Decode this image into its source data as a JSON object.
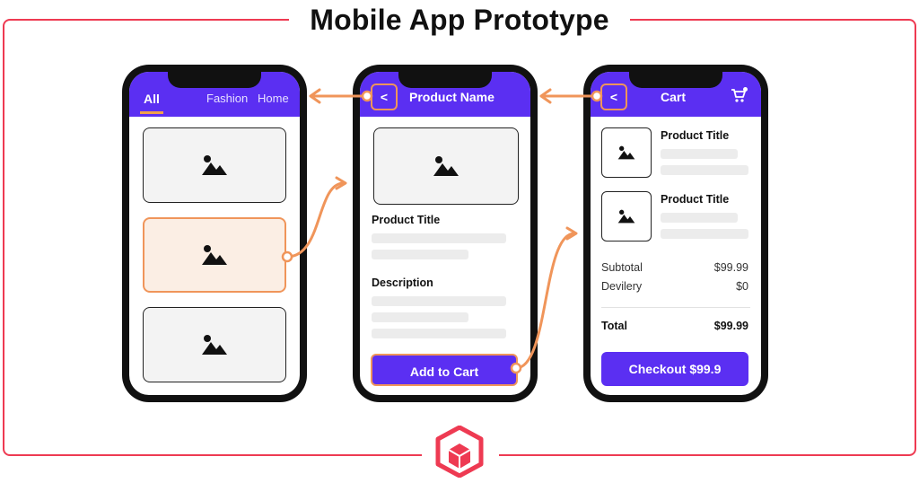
{
  "title": "Mobile App Prototype",
  "colors": {
    "accent": "#5b2ff2",
    "highlight": "#f0955a",
    "frame": "#ee3a52"
  },
  "phone1": {
    "tabs": [
      "All",
      "Fashion",
      "Home"
    ],
    "cards": [
      {
        "icon": "image-icon",
        "selected": false
      },
      {
        "icon": "image-icon",
        "selected": true
      },
      {
        "icon": "image-icon",
        "selected": false
      }
    ]
  },
  "phone2": {
    "back_glyph": "<",
    "header_title": "Product Name",
    "product_title": "Product Title",
    "description_label": "Description",
    "add_to_cart": "Add to Cart"
  },
  "phone3": {
    "back_glyph": "<",
    "header_title": "Cart",
    "items": [
      {
        "title": "Product Title"
      },
      {
        "title": "Product Title"
      }
    ],
    "subtotal_label": "Subtotal",
    "subtotal_value": "$99.99",
    "delivery_label": "Devilery",
    "delivery_value": "$0",
    "total_label": "Total",
    "total_value": "$99.99",
    "checkout": "Checkout $99.9"
  }
}
